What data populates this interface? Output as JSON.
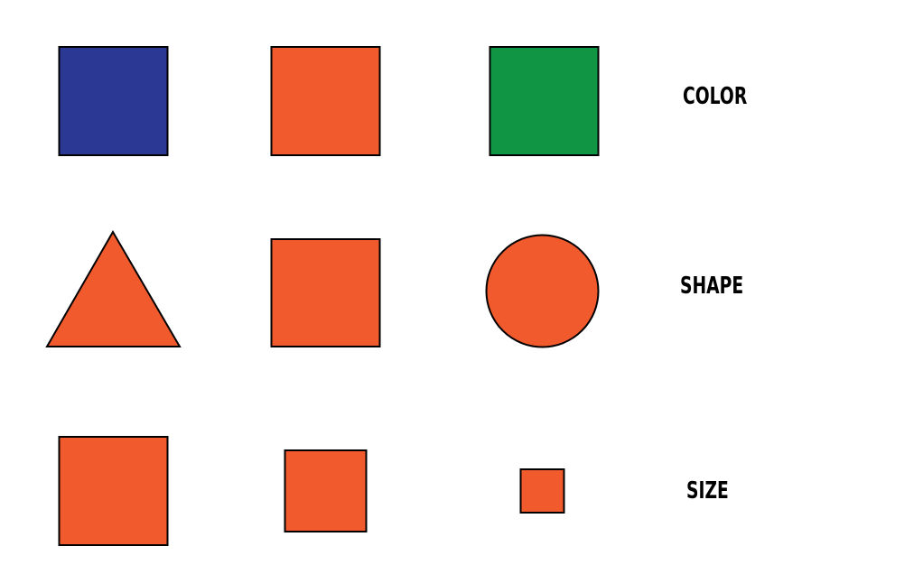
{
  "colors": {
    "blue": "#2b3994",
    "orange": "#f15a2c",
    "green": "#0f9544",
    "stroke": "#000000"
  },
  "rows": [
    {
      "label": "COLOR",
      "items": [
        {
          "shape": "square",
          "color": "blue",
          "size": "large"
        },
        {
          "shape": "square",
          "color": "orange",
          "size": "large"
        },
        {
          "shape": "square",
          "color": "green",
          "size": "large"
        }
      ]
    },
    {
      "label": "SHAPE",
      "items": [
        {
          "shape": "triangle",
          "color": "orange",
          "size": "large"
        },
        {
          "shape": "square",
          "color": "orange",
          "size": "large"
        },
        {
          "shape": "circle",
          "color": "orange",
          "size": "large"
        }
      ]
    },
    {
      "label": "SIZE",
      "items": [
        {
          "shape": "square",
          "color": "orange",
          "size": "large"
        },
        {
          "shape": "square",
          "color": "orange",
          "size": "medium"
        },
        {
          "shape": "square",
          "color": "orange",
          "size": "small"
        }
      ]
    }
  ]
}
